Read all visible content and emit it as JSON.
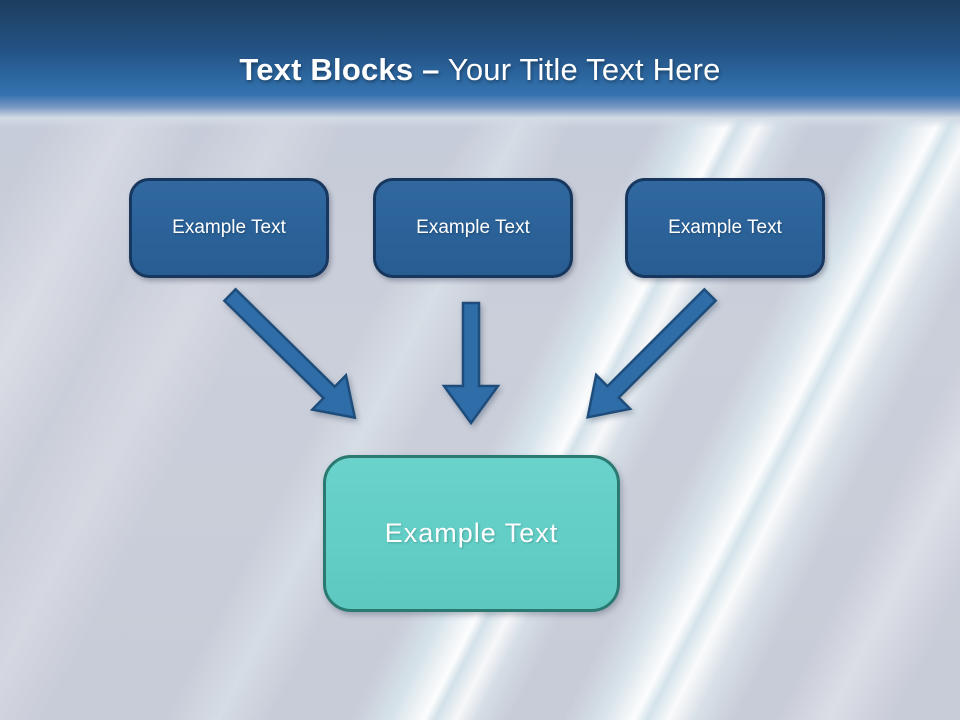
{
  "header": {
    "title_bold": "Text Blocks –",
    "title_regular": " Your Title Text Here"
  },
  "boxes": [
    {
      "label": "Example Text"
    },
    {
      "label": "Example Text"
    },
    {
      "label": "Example Text"
    }
  ],
  "result_box": {
    "label": "Example Text"
  },
  "colors": {
    "header_top": "#1d3e5e",
    "header_bottom": "#3572ae",
    "box_fill": "#2b639a",
    "box_border": "#17375e",
    "arrow_fill": "#2e6da8",
    "arrow_border": "#1e4d7b",
    "result_fill": "#62cec6",
    "result_border": "#2a7a72",
    "background": "#c9cdd9",
    "title_color": "#ffffff"
  }
}
